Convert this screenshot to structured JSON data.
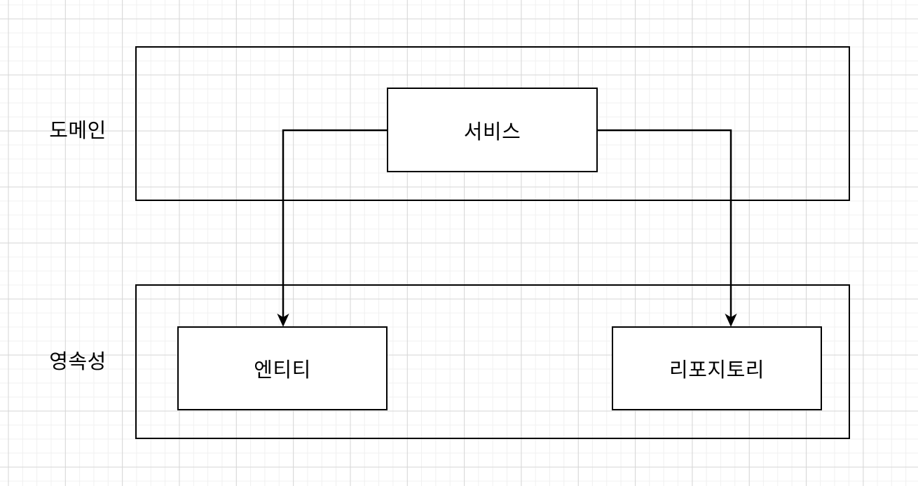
{
  "diagram": {
    "lanes": [
      {
        "id": "domain",
        "label": "도메인"
      },
      {
        "id": "persistence",
        "label": "영속성"
      }
    ],
    "nodes": {
      "service": {
        "label": "서비스"
      },
      "entity": {
        "label": "엔티티"
      },
      "repository": {
        "label": "리포지토리"
      }
    },
    "edges": [
      {
        "from": "service",
        "to": "entity",
        "style": "orthogonal-arrow"
      },
      {
        "from": "service",
        "to": "repository",
        "style": "orthogonal-arrow"
      }
    ],
    "colors": {
      "stroke": "#000000",
      "node_fill": "#ffffff",
      "background": "#ffffff",
      "grid_minor": "#f0f0f0",
      "grid_major": "#d6d6d6",
      "text": "#000000"
    }
  }
}
